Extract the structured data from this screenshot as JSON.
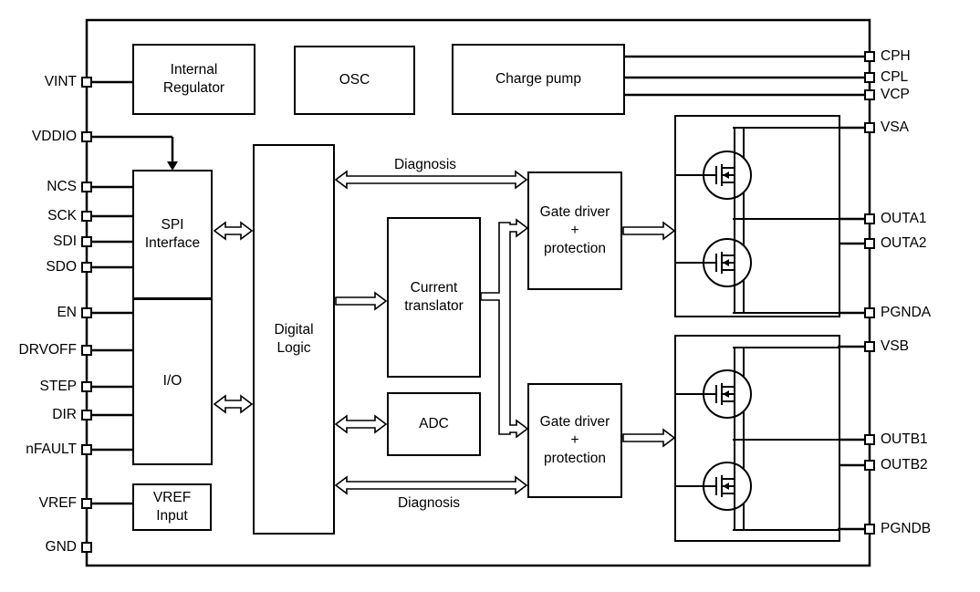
{
  "diagram": {
    "left_pins": [
      "VINT",
      "VDDIO",
      "NCS",
      "SCK",
      "SDI",
      "SDO",
      "EN",
      "DRVOFF",
      "STEP",
      "DIR",
      "nFAULT",
      "VREF",
      "GND"
    ],
    "right_pins": [
      "CPH",
      "CPL",
      "VCP",
      "VSA",
      "OUTA1",
      "OUTA2",
      "PGNDA",
      "VSB",
      "OUTB1",
      "OUTB2",
      "PGNDB"
    ],
    "blocks": {
      "internal_regulator": "Internal\nRegulator",
      "osc": "OSC",
      "charge_pump": "Charge pump",
      "spi_interface": "SPI\nInterface",
      "io": "I/O",
      "digital_logic": "Digital\nLogic",
      "current_translator": "Current\ntranslator",
      "adc": "ADC",
      "gate_driver_a": "Gate driver\n+\nprotection",
      "gate_driver_b": "Gate driver\n+\nprotection",
      "vref_input": "VREF\nInput"
    },
    "labels": {
      "diagnosis_top": "Diagnosis",
      "diagnosis_bottom": "Diagnosis"
    },
    "colors": {
      "line": "#000000",
      "background": "#ffffff"
    }
  }
}
